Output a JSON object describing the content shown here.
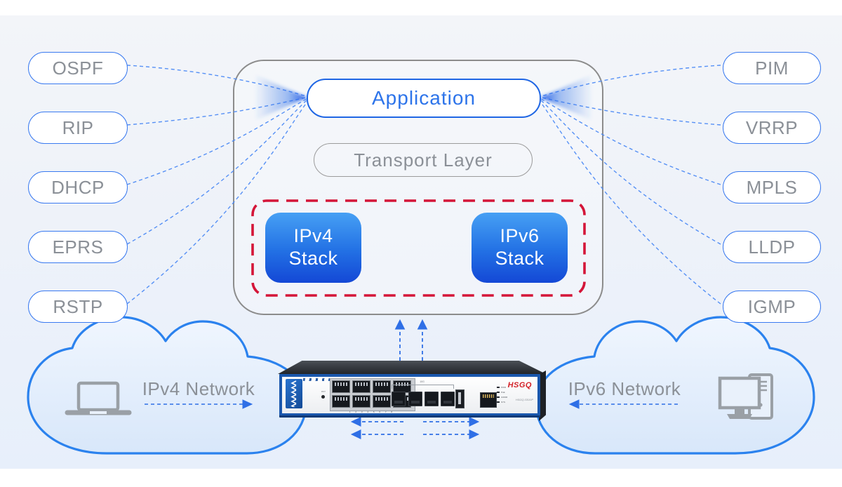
{
  "protocols": {
    "left": [
      "OSPF",
      "RIP",
      "DHCP",
      "EPRS",
      "RSTP"
    ],
    "right": [
      "PIM",
      "VRRP",
      "MPLS",
      "LLDP",
      "IGMP"
    ]
  },
  "core": {
    "application_label": "Application",
    "transport_label": "Transport Layer",
    "stacks": [
      {
        "line1": "IPv4",
        "line2": "Stack"
      },
      {
        "line1": "IPv6",
        "line2": "Stack"
      }
    ]
  },
  "networks": {
    "ipv4_label": "IPv4 Network",
    "ipv6_label": "IPv6 Network"
  },
  "switch": {
    "brand": "HSGQ",
    "model": "HSGQ-S510P",
    "led_labels": [
      "PWR",
      "PoE",
      "1000M",
      "SYS"
    ],
    "sfp_group_label": "10G",
    "reset_label": "RST",
    "port_numbers": "1 2 3 4 5 6 7 8"
  },
  "colors": {
    "accent_blue": "#2f6fe6",
    "dashed_line_blue": "#4e8bf5",
    "pill_border_blue": "#3a7af0",
    "pill_text_gray": "#8b9097",
    "core_box_border": "#8c8c8c",
    "red_dashed": "#d41538",
    "stack_gradient_top": "#47a0f4",
    "stack_gradient_bottom": "#1448d6",
    "cloud_border": "#2b82ee",
    "brand_red": "#d32027"
  }
}
